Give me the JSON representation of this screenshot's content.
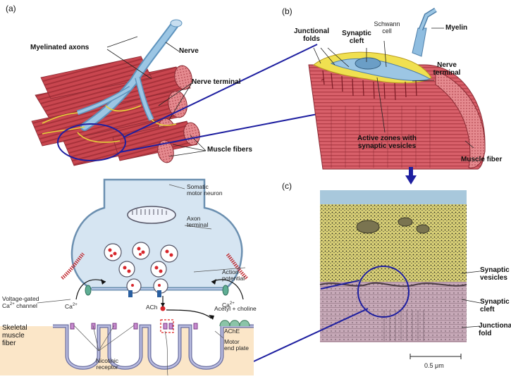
{
  "panels": {
    "a": "(a)",
    "b": "(b)",
    "c": "(c)"
  },
  "labels_a": {
    "myelinated_axons": "Myelinated axons",
    "nerve": "Nerve",
    "nerve_terminal": "Nerve terminal",
    "muscle_fibers": "Muscle fibers"
  },
  "labels_b": {
    "junctional_folds_1": "Junctional",
    "junctional_folds_2": "folds",
    "synaptic_cleft_1": "Synaptic",
    "synaptic_cleft_2": "cleft",
    "schwann_1": "Schwann",
    "schwann_2": "cell",
    "myelin": "Myelin",
    "nerve_terminal_1": "Nerve",
    "nerve_terminal_2": "terminal",
    "active_zones_1": "Active zones with",
    "active_zones_2": "synaptic vesicles",
    "muscle_fiber": "Muscle fiber"
  },
  "labels_c": {
    "synaptic_vesicles_1": "Synaptic",
    "synaptic_vesicles_2": "vesicles",
    "synaptic_cleft_1": "Synaptic",
    "synaptic_cleft_2": "cleft",
    "junctional_fold_1": "Junctional",
    "junctional_fold_2": "fold",
    "scale": "0.5 μm"
  },
  "labels_d": {
    "somatic_1": "Somatic",
    "somatic_2": "motor neuron",
    "axon_1": "Axon",
    "axon_2": "terminal",
    "action_1": "Action",
    "action_2": "potential",
    "vg_1": "Voltage-gated",
    "vg_2": "Ca",
    "vg_2b": " channel",
    "ca_left": "Ca",
    "ca_right": "Ca",
    "charge": "2+",
    "ach": "ACh",
    "acetyl": "Acetyl + choline",
    "ache": "AChE",
    "skeletal_1": "Skeletal",
    "skeletal_2": "muscle",
    "skeletal_3": "fiber",
    "nicotinic_1": "Nicotinic",
    "nicotinic_2": "receptor",
    "motor_1": "Motor",
    "motor_2": "end plate"
  },
  "colors": {
    "muscle": "#c9464f",
    "muscle_light": "#e58a8f",
    "nerve": "#7fb2d6",
    "axon_yellow": "#e6d23a",
    "zoom_line": "#1e1fa0",
    "terminal_fill": "#d6e5f2",
    "muscle_cell_fill": "#fbe6c8",
    "em_top": "#d9d077",
    "em_bottom": "#c7a9b8",
    "em_blue": "#a8c8dc"
  }
}
